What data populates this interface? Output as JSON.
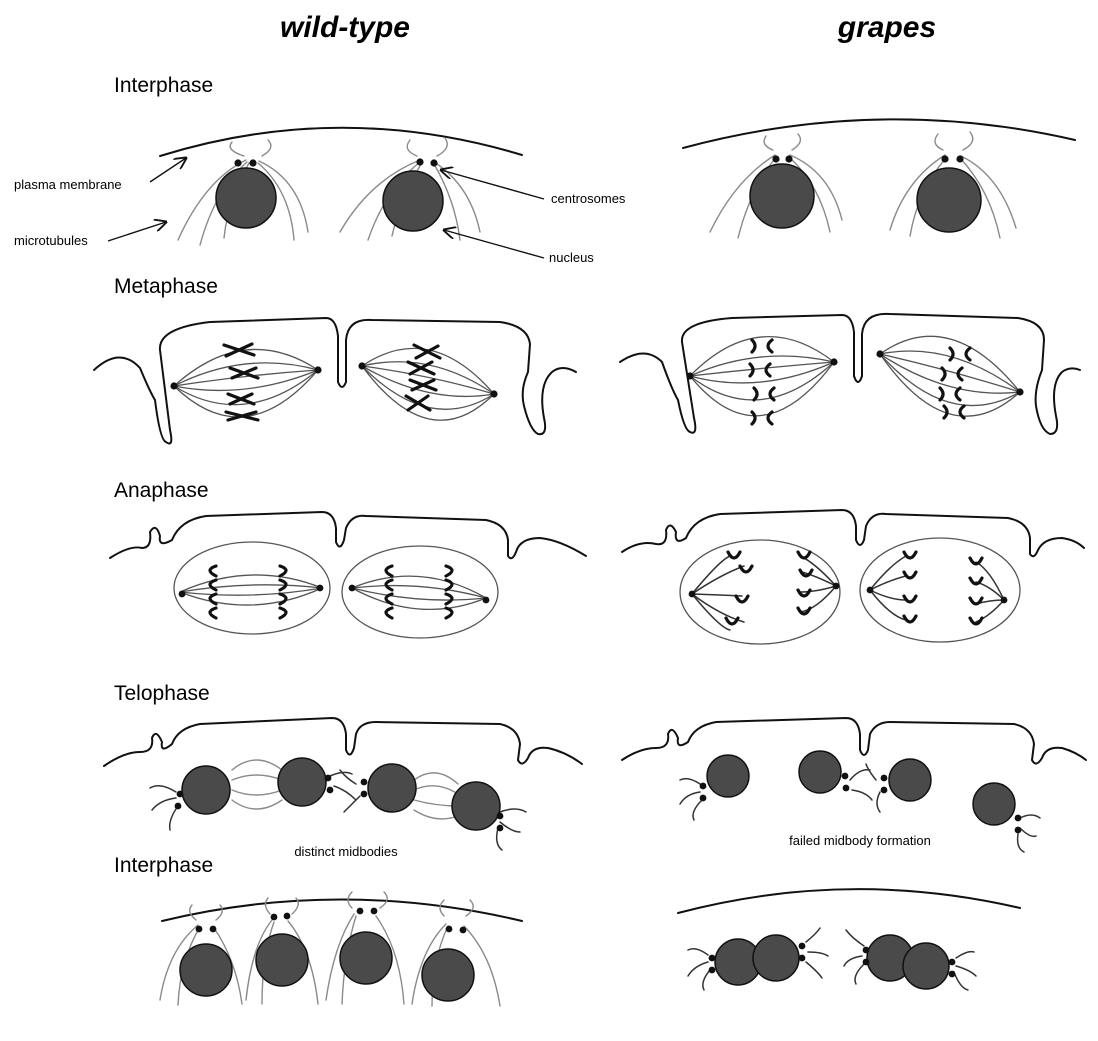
{
  "columns": {
    "left": "wild-type",
    "right": "grapes"
  },
  "phases": {
    "interphase_1": "Interphase",
    "metaphase": "Metaphase",
    "anaphase": "Anaphase",
    "telophase": "Telophase",
    "interphase_2": "Interphase"
  },
  "labels": {
    "plasma_membrane": "plasma membrane",
    "microtubules": "microtubules",
    "centrosomes": "centrosomes",
    "nucleus": "nucleus",
    "distinct_midbodies": "distinct midbodies",
    "failed_midbody": "failed midbody formation"
  }
}
